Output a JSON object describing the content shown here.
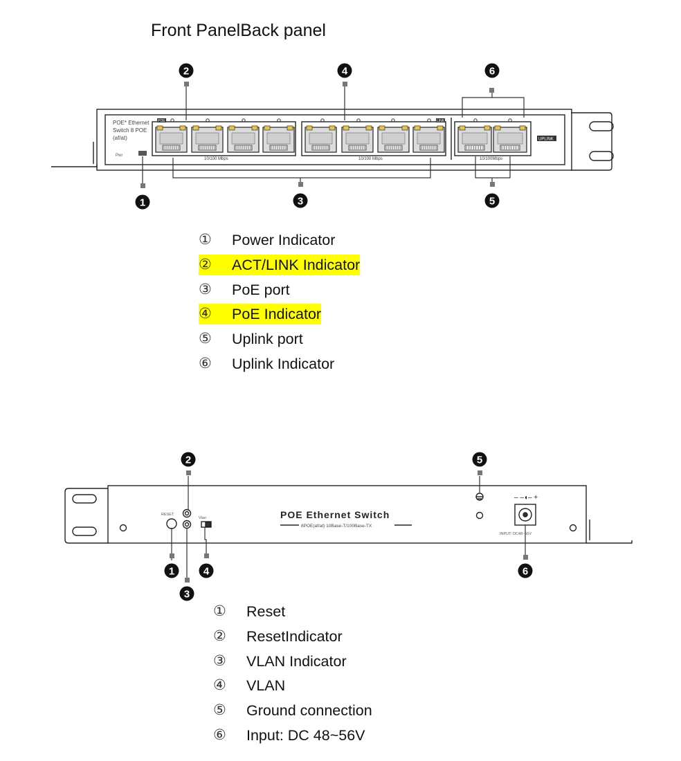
{
  "title": "Front PanelBack panel",
  "front": {
    "model_line1": "POE* Ethernet",
    "model_line2": "Switch 8 POE",
    "model_line3": "(af/at)",
    "pwr_label": "Pwr",
    "poe_tag": "POE",
    "link_tag": "LINK",
    "uplink_label": "UPLINK",
    "speed_left": "10/100 Mbps",
    "speed_mid": "10/100 Mbps",
    "speed_right": "10/100Mbps",
    "callouts": [
      "1",
      "2",
      "3",
      "4",
      "5",
      "6"
    ]
  },
  "front_legend": [
    {
      "num": "①",
      "label": "Power Indicator",
      "highlight": false
    },
    {
      "num": "②",
      "label": "ACT/LINK Indicator",
      "highlight": true
    },
    {
      "num": "③",
      "label": "PoE port",
      "highlight": false
    },
    {
      "num": "④",
      "label": "PoE Indicator",
      "highlight": true
    },
    {
      "num": "⑤",
      "label": "Uplink port",
      "highlight": false
    },
    {
      "num": "⑥",
      "label": "Uplink Indicator",
      "highlight": false
    }
  ],
  "back": {
    "title": "POE Ethernet Switch",
    "subtitle": "8POE(af/at) 10Base-T/100Base-TX",
    "reset_label": "RESET",
    "vlan_label": "Vlan",
    "dc_label": "INPUT: DC48~56V",
    "callouts": [
      "1",
      "2",
      "3",
      "4",
      "5",
      "6"
    ]
  },
  "back_legend": [
    {
      "num": "①",
      "label": "Reset"
    },
    {
      "num": "②",
      "label": "ResetIndicator"
    },
    {
      "num": "③",
      "label": "VLAN Indicator"
    },
    {
      "num": "④",
      "label": "VLAN"
    },
    {
      "num": "⑤",
      "label": "Ground connection"
    },
    {
      "num": "⑥",
      "label": "Input: DC 48~56V"
    }
  ],
  "colors": {
    "led": "#e8c44a",
    "highlight": "#ffff00",
    "outline": "#222222",
    "port": "#dcdcdc"
  }
}
